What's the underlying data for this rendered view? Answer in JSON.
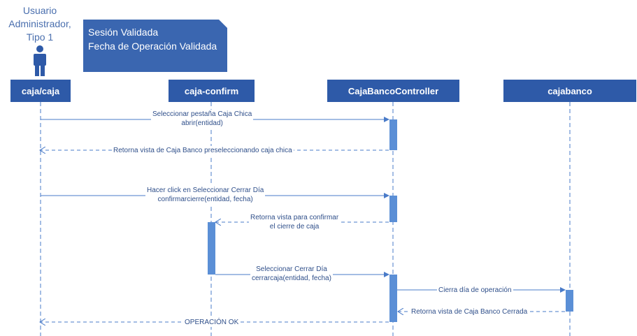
{
  "actor": {
    "label": "Usuario\nAdministrador,\nTipo 1",
    "icon": "person-icon"
  },
  "note": {
    "lines": [
      "Sesión Validada",
      "Fecha de Operación Validada"
    ]
  },
  "lifelines": [
    "caja/caja",
    "caja-confirm",
    "CajaBancoController",
    "cajabanco"
  ],
  "messages": [
    {
      "text": "Seleccionar pestaña Caja Chica\nabrir(entidad)",
      "type": "sync"
    },
    {
      "text": "Retorna vista de Caja Banco preseleccionando caja chica",
      "type": "return"
    },
    {
      "text": "Hacer click en Seleccionar Cerrar Día\nconfirmarcierre(entidad, fecha)",
      "type": "sync"
    },
    {
      "text": "Retorna vista para confirmar\nel cierre de caja",
      "type": "return"
    },
    {
      "text": "Seleccionar Cerrar Día\ncerrarcaja(entidad, fecha)",
      "type": "sync"
    },
    {
      "text": "Cierra día de operación",
      "type": "sync"
    },
    {
      "text": "Retorna vista de Caja Banco Cerrada",
      "type": "return"
    },
    {
      "text": "OPERACIÓN OK",
      "type": "return"
    }
  ],
  "colors": {
    "lifeline_box": "#2e5aa8",
    "note": "#3a66b0",
    "line": "#4a7bc8",
    "activation": "#5b8fd6",
    "text": "#2f4f8a"
  }
}
